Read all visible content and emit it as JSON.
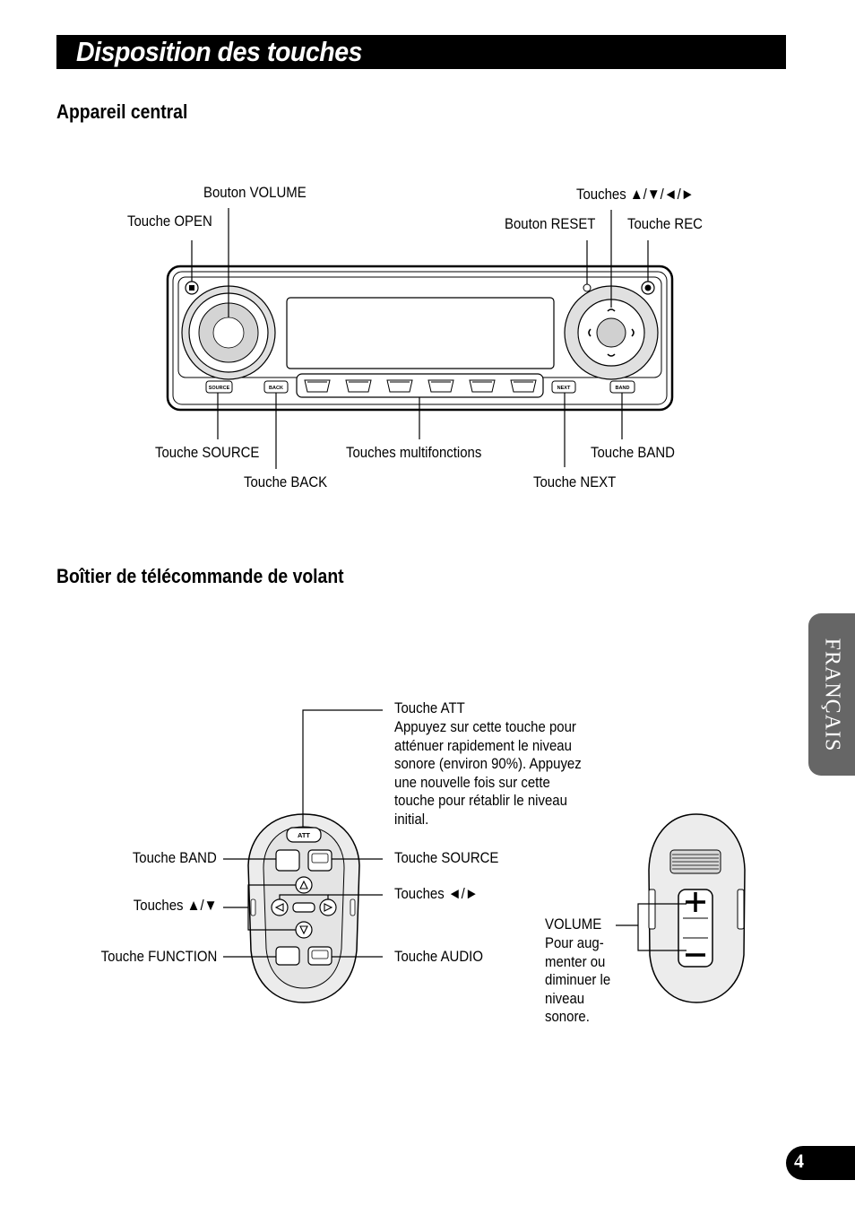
{
  "title": "Disposition des touches",
  "section1": {
    "heading": "Appareil central",
    "labels": {
      "bouton_volume": "Bouton VOLUME",
      "touche_open": "Touche OPEN",
      "touches_arrows": "Touches ▲/▼/◄/►",
      "bouton_reset": "Bouton RESET",
      "touche_rec": "Touche REC",
      "touche_source": "Touche SOURCE",
      "touche_back": "Touche BACK",
      "touches_multifonctions": "Touches multifonctions",
      "touche_next": "Touche NEXT",
      "touche_band": "Touche BAND"
    },
    "panel_buttons": {
      "source": "SOURCE",
      "back": "BACK",
      "next": "NEXT",
      "band": "BAND"
    }
  },
  "section2": {
    "heading": "Boîtier de télécommande de volant",
    "labels": {
      "touche_att": "Touche ATT",
      "att_description": [
        "Appuyez sur cette touche pour",
        "atténuer rapidement le niveau",
        "sonore (environ 90%). Appuyez",
        "une nouvelle fois sur cette",
        "touche pour rétablir le niveau",
        "initial."
      ],
      "touche_band": "Touche BAND",
      "touche_source": "Touche SOURCE",
      "touches_updown": "Touches ▲/▼",
      "touches_leftright": "Touches ◄/►",
      "touche_function": "Touche FUNCTION",
      "touche_audio": "Touche AUDIO",
      "volume": "VOLUME",
      "volume_description": [
        "Pour aug-",
        "menter ou",
        "diminuer le",
        "niveau",
        "sonore."
      ]
    },
    "remote_buttons": {
      "att": "ATT"
    }
  },
  "side_tab": "FRANÇAIS",
  "page_number": "4"
}
